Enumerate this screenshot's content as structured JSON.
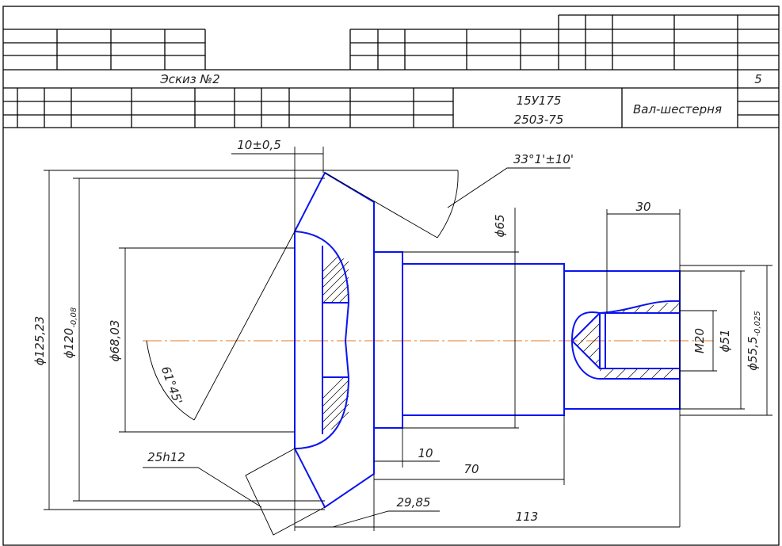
{
  "title_block": {
    "sketch_title": "Эскиз №2",
    "sheet_number": "5",
    "designation_line1": "15У175",
    "designation_line2": "2503-75",
    "part_name": "Вал-шестерня"
  },
  "dimensions": {
    "gear_width": "10±0,5",
    "cone_angle": "33°1'±10'",
    "shaft_dia_65": "ϕ65",
    "thread_depth": "30",
    "tip_dia": "ϕ125,23",
    "dia_120": "ϕ120",
    "dia_120_tol": "-0,08",
    "dia_68": "ϕ68,03",
    "angle_61": "61°45'",
    "thread": "M20",
    "dia_51": "ϕ51",
    "dia_55": "ϕ55,5",
    "dia_55_tol": "-0,025",
    "tooth_size": "25h12",
    "hub_len": "10",
    "len_70": "70",
    "len_29": "29,85",
    "len_113": "113"
  },
  "colors": {
    "part_outline": "#0a14f0",
    "centerline": "#e07a2a"
  }
}
